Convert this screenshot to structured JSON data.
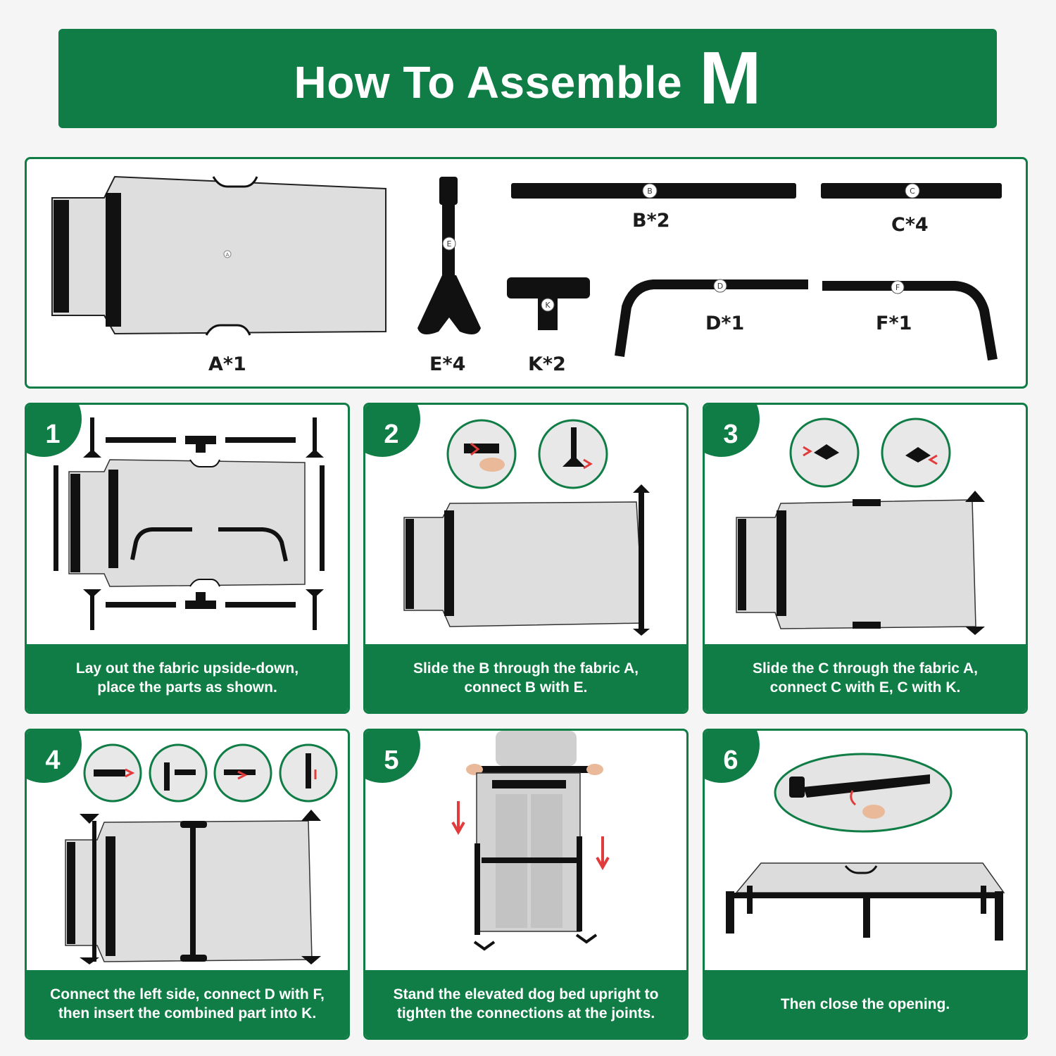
{
  "header": {
    "title": "How To Assemble",
    "size": "M"
  },
  "parts": {
    "a": "A*1",
    "e": "E*4",
    "k": "K*2",
    "b": "B*2",
    "c": "C*4",
    "d": "D*1",
    "f": "F*1"
  },
  "part_letters": [
    "A",
    "B",
    "C",
    "D",
    "E",
    "F",
    "K"
  ],
  "steps": [
    {
      "number": "1",
      "lines": [
        "Lay out the fabric upside-down,",
        "place the parts as shown."
      ]
    },
    {
      "number": "2",
      "lines": [
        "Slide the B through the fabric A,",
        "connect B with E."
      ]
    },
    {
      "number": "3",
      "lines": [
        "Slide the C through the fabric A,",
        "connect C with E, C with K."
      ]
    },
    {
      "number": "4",
      "lines": [
        "Connect the left side, connect D with F,",
        "then insert the combined part into K."
      ]
    },
    {
      "number": "5",
      "lines": [
        "Stand the elevated dog bed upright to",
        "tighten the connections at the joints."
      ]
    },
    {
      "number": "6",
      "lines": [
        "Then close the opening."
      ]
    }
  ],
  "colors": {
    "brand_green": "#0f7d45",
    "fabric_grey": "#dcdcdc",
    "frame_black": "#111111",
    "arrow_red": "#e23b3b"
  }
}
